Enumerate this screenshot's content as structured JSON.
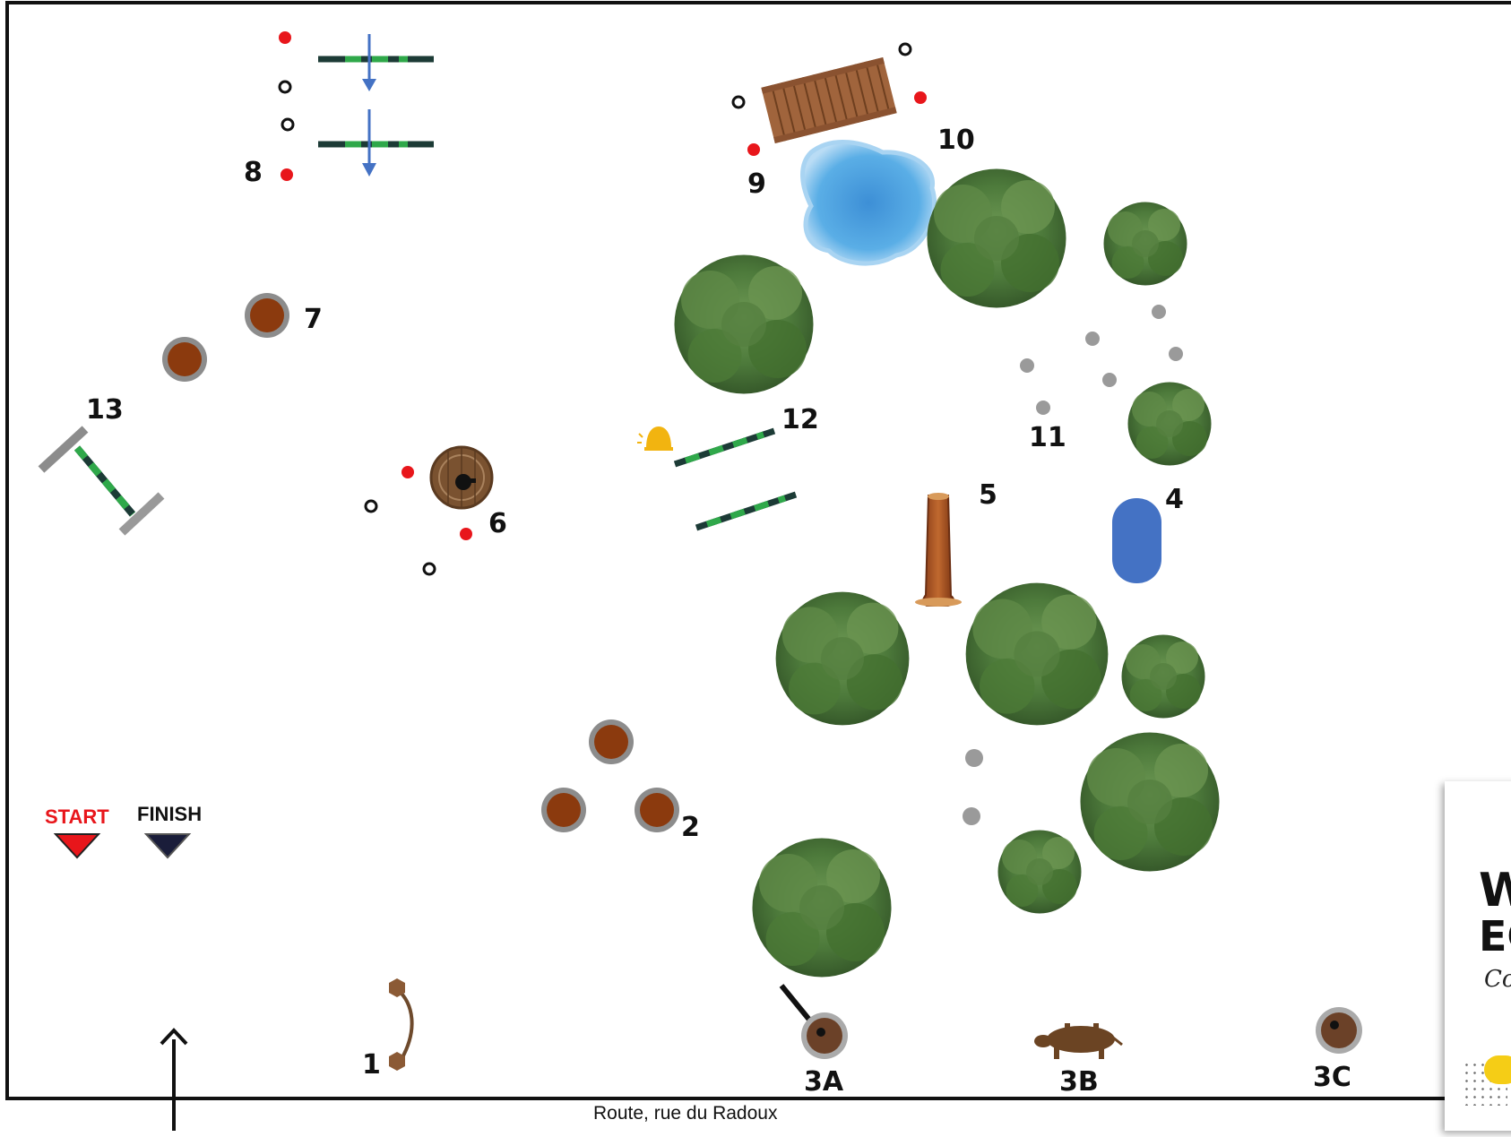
{
  "road_label": "Route, rue du Radoux",
  "start_label": "START",
  "finish_label": "FINISH",
  "obstacles": [
    {
      "id": "1",
      "label": "1",
      "kind": "rope-arc"
    },
    {
      "id": "2",
      "label": "2",
      "kind": "logs-triangle"
    },
    {
      "id": "3A",
      "label": "3A",
      "kind": "post-with-pole"
    },
    {
      "id": "3B",
      "label": "3B",
      "kind": "cow-figure"
    },
    {
      "id": "3C",
      "label": "3C",
      "kind": "post"
    },
    {
      "id": "4",
      "label": "4",
      "kind": "blue-barrel"
    },
    {
      "id": "5",
      "label": "5",
      "kind": "tree-trunk"
    },
    {
      "id": "6",
      "label": "6",
      "kind": "barrel-gate"
    },
    {
      "id": "7",
      "label": "7",
      "kind": "logs-pair"
    },
    {
      "id": "8",
      "label": "8",
      "kind": "double-pole-gate"
    },
    {
      "id": "9",
      "label": "9",
      "kind": "wooden-bridge"
    },
    {
      "id": "10",
      "label": "10",
      "kind": "pond"
    },
    {
      "id": "11",
      "label": "11",
      "kind": "slalom-stones"
    },
    {
      "id": "12",
      "label": "12",
      "kind": "pole-pair-with-bell"
    },
    {
      "id": "13",
      "label": "13",
      "kind": "pole-on-stands"
    }
  ],
  "colors": {
    "border": "#111111",
    "log_fill": "#8b3a0e",
    "log_ring": "#8c8c8c",
    "start": "#e8161b",
    "finish": "#1a1d3a",
    "marker_red": "#e8161b",
    "pond": "#4a9ee0",
    "barrel_blue": "#4472c4",
    "pole_green": "#2fa84a",
    "pole_dark": "#1c3b36",
    "arrow_blue": "#4472c4",
    "tree": "#4f7a3a",
    "stone": "#9a9a9a",
    "bell": "#f2b410",
    "cow": "#6b4423",
    "bridge": "#a0643c"
  },
  "logo": {
    "line1": "W",
    "line2": "EC",
    "line3": "Co"
  },
  "icons": [
    "tree-icon",
    "pond-icon",
    "bell-icon",
    "cow-icon",
    "barrel-icon",
    "arrow-up-icon",
    "triangle-marker-icon"
  ]
}
